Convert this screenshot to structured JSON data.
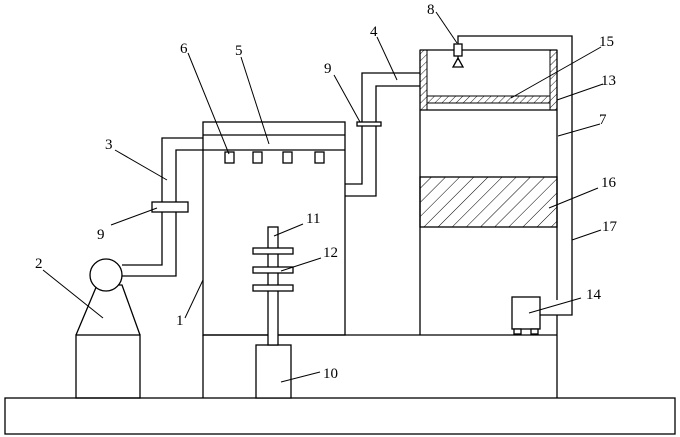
{
  "labels": {
    "l1": "1",
    "l2": "2",
    "l3": "3",
    "l4": "4",
    "l5": "5",
    "l6": "6",
    "l7": "7",
    "l8": "8",
    "l9a": "9",
    "l9b": "9",
    "l10": "10",
    "l11": "11",
    "l12": "12",
    "l13": "13",
    "l14": "14",
    "l15": "15",
    "l16": "16",
    "l17": "17"
  }
}
